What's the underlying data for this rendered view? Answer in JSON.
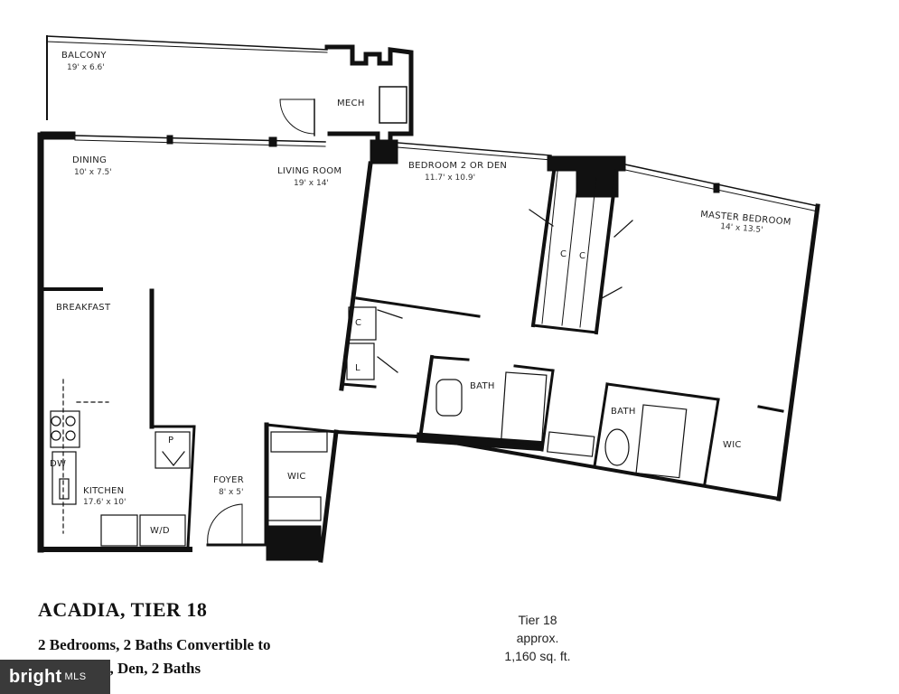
{
  "rooms": {
    "balcony": {
      "name": "BALCONY",
      "size": "19' x 6.6'"
    },
    "mech": {
      "name": "MECH"
    },
    "dining": {
      "name": "DINING",
      "size": "10' x 7.5'"
    },
    "living": {
      "name": "LIVING ROOM",
      "size": "19' x 14'"
    },
    "bedroom2": {
      "name": "BEDROOM 2 OR DEN",
      "size": "11.7' x 10.9'"
    },
    "master": {
      "name": "MASTER BEDROOM",
      "size": "14' x 13.5'"
    },
    "breakfast": {
      "name": "BREAKFAST"
    },
    "kitchen": {
      "name": "KITCHEN",
      "size": "17.6' x 10'"
    },
    "foyer": {
      "name": "FOYER",
      "size": "8' x 5'"
    },
    "wic1": {
      "name": "WIC"
    },
    "wic2": {
      "name": "WIC"
    },
    "bath1": {
      "name": "BATH"
    },
    "bath2": {
      "name": "BATH"
    },
    "closet_c1": {
      "name": "C"
    },
    "closet_c2": {
      "name": "C"
    },
    "closet_c3": {
      "name": "C"
    },
    "linen": {
      "name": "L"
    },
    "pantry": {
      "name": "P"
    },
    "dw": {
      "name": "DW"
    },
    "wd": {
      "name": "W/D"
    }
  },
  "caption": {
    "title": "ACADIA, TIER 18",
    "line1": "2 Bedrooms, 2 Baths Convertible to",
    "line2": "1 Bedroom, Den, 2 Baths"
  },
  "info": {
    "tier": "Tier 18",
    "approx": "approx.",
    "area": "1,160 sq. ft."
  },
  "badge": {
    "brand": "bright",
    "suffix": "MLS"
  }
}
